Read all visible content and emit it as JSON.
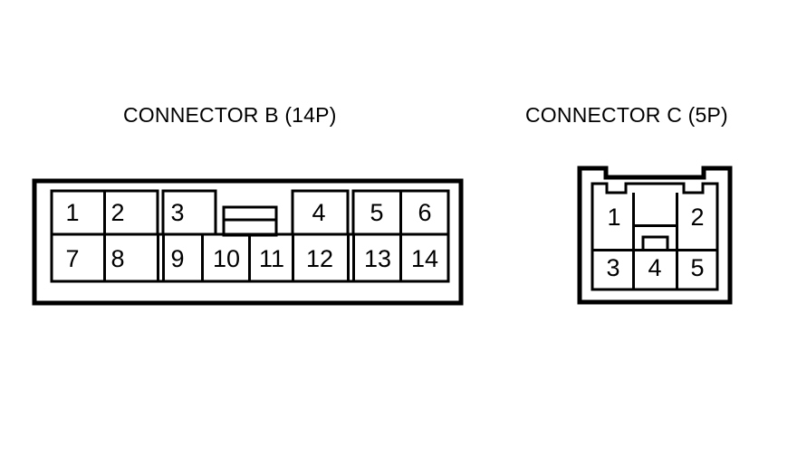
{
  "figure": {
    "kind": "connector-pinout-diagram",
    "background_color": "#ffffff",
    "line_color": "#000000"
  },
  "connectors": [
    {
      "id": "B",
      "title": "CONNECTOR B (14P)",
      "pin_count": "14P",
      "pin_count_number": 14,
      "rows": [
        {
          "name": "top-row",
          "pins": [
            "1",
            "2",
            "3",
            "4",
            "5",
            "6"
          ]
        },
        {
          "name": "bottom-row",
          "pins": [
            "7",
            "8",
            "9",
            "10",
            "11",
            "12",
            "13",
            "14"
          ]
        }
      ],
      "all_pins": [
        "1",
        "2",
        "3",
        "4",
        "5",
        "6",
        "7",
        "8",
        "9",
        "10",
        "11",
        "12",
        "13",
        "14"
      ],
      "features": [
        "center-latch-tab",
        "keying-slot-left",
        "keying-slot-right"
      ]
    },
    {
      "id": "C",
      "title": "CONNECTOR C (5P)",
      "pin_count": "5P",
      "pin_count_number": 5,
      "rows": [
        {
          "name": "top-row",
          "pins": [
            "1",
            "2"
          ]
        },
        {
          "name": "bottom-row",
          "pins": [
            "3",
            "4",
            "5"
          ]
        }
      ],
      "all_pins": [
        "1",
        "2",
        "3",
        "4",
        "5"
      ],
      "features": [
        "top-left-notch",
        "top-right-notch",
        "center-latch-tab"
      ]
    }
  ]
}
